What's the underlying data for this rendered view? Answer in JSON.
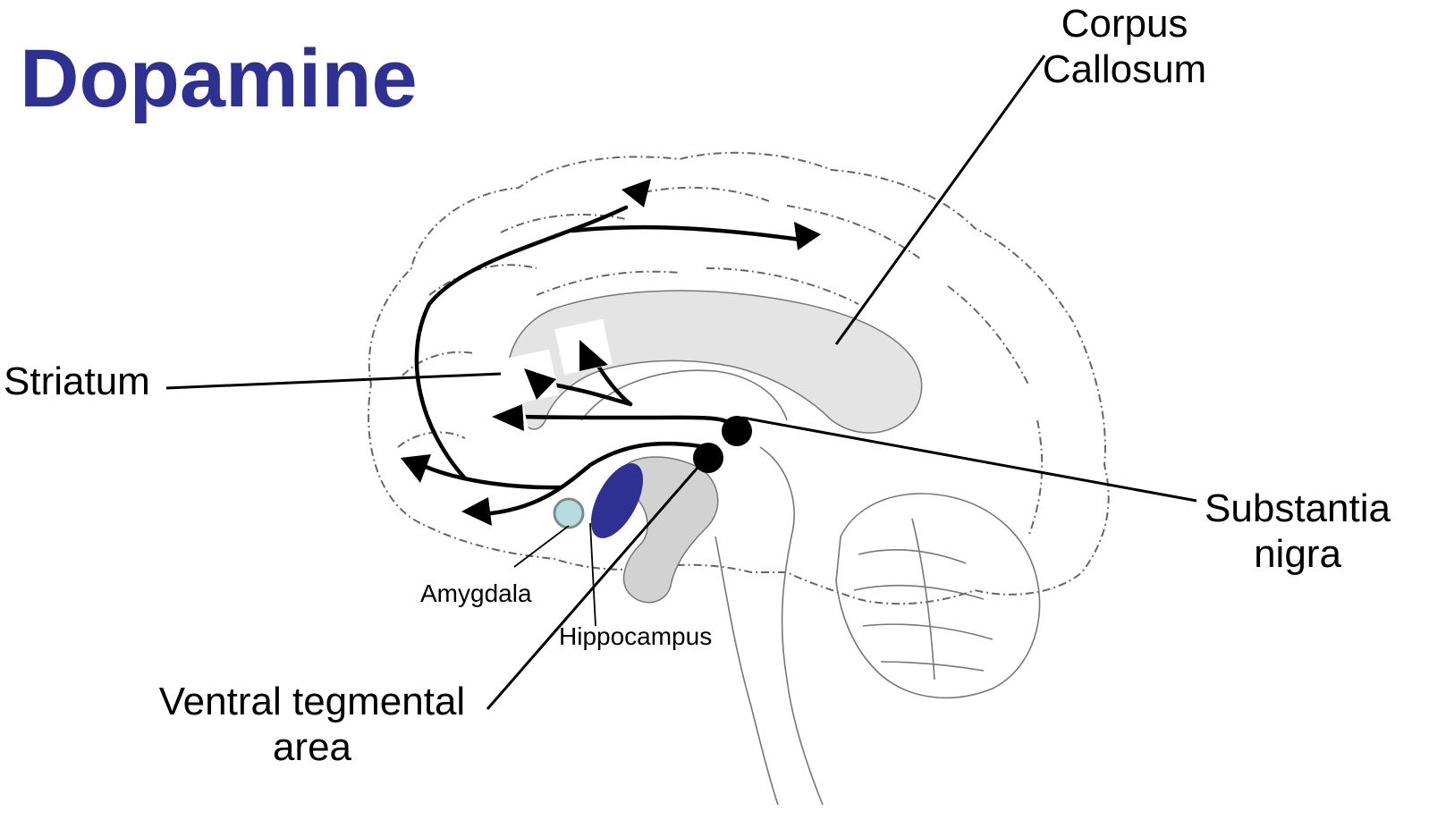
{
  "title": "Dopamine",
  "labels": {
    "corpus_callosum": [
      "Corpus",
      "Callosum"
    ],
    "striatum": "Striatum",
    "substantia_nigra": [
      "Substantia",
      "nigra"
    ],
    "ventral_tegmental_area": [
      "Ventral tegmental",
      "area"
    ],
    "amygdala": "Amygdala",
    "hippocampus": "Hippocampus"
  },
  "colors": {
    "title": "#2e3192",
    "hippocampus_fill": "#2e3192",
    "amygdala_fill": "#b7dce0",
    "corpus_callosum_fill": "#e4e4e4",
    "brain_outline": "#666666",
    "pathway": "#000000"
  }
}
